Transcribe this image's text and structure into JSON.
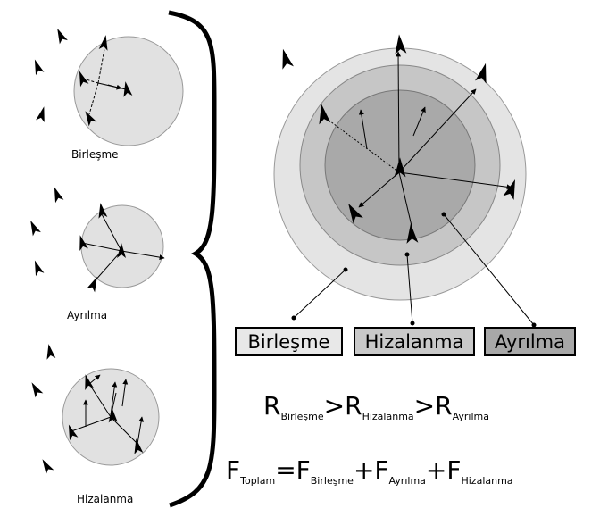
{
  "labels": {
    "small": [
      "Birleşme",
      "Ayrılma",
      "Hizalanma"
    ],
    "legend": [
      "Birleşme",
      "Hizalanma",
      "Ayrılma"
    ]
  },
  "formula1": {
    "symbol": "R",
    "subs": [
      "Birleşme",
      "Hizalanma",
      "Ayrılma"
    ],
    "op": ">"
  },
  "formula2": {
    "symbol": "F",
    "lhs_sub": "Toplam",
    "eq": "=",
    "plus": "+",
    "subs": [
      "Birleşme",
      "Ayrılma",
      "Hizalanma"
    ]
  },
  "colors": {
    "outer_ring": "#e4e4e4",
    "middle_ring": "#c6c6c6",
    "inner_ring": "#a9a9a9",
    "small_circle": "#e1e1e1",
    "legend_birlesme": "#e8e8e8",
    "legend_hizalanma": "#c9c9c9",
    "legend_ayrilma": "#a8a8a8"
  }
}
